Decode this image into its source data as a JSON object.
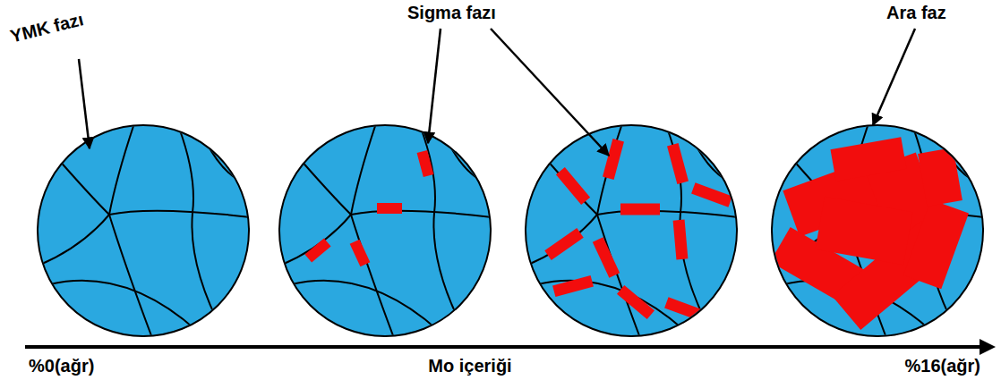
{
  "diagram": {
    "labels": [
      "YMK fazı",
      "Sigma fazı",
      "Ara faz",
      "%0(ağr)",
      "Mo içeriği",
      "%16(ağr)"
    ]
  }
}
